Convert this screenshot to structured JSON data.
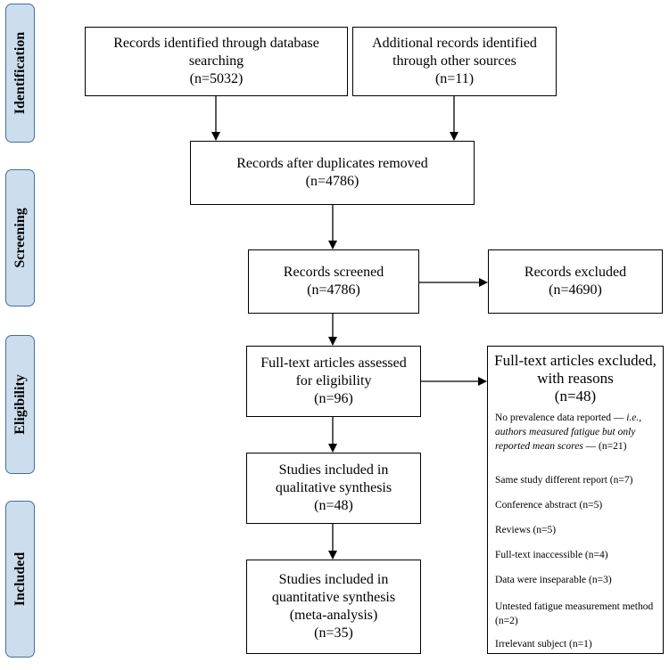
{
  "stages": {
    "identification": "Identification",
    "screening": "Screening",
    "eligibility": "Eligibility",
    "included": "Included"
  },
  "boxes": {
    "db_search": {
      "line1": "Records identified through database",
      "line2": "searching",
      "line3": "(n=5032)"
    },
    "other_sources": {
      "line1": "Additional records identified",
      "line2": "through other sources",
      "line3": "(n=11)"
    },
    "duplicates_removed": {
      "line1": "Records after duplicates removed",
      "line2": "(n=4786)"
    },
    "screened": {
      "line1": "Records screened",
      "line2": "(n=4786)"
    },
    "excluded": {
      "line1": "Records excluded",
      "line2": "(n=4690)"
    },
    "fulltext_assessed": {
      "line1": "Full-text articles assessed",
      "line2": "for eligibility",
      "line3": "(n=96)"
    },
    "qualitative": {
      "line1": "Studies included in",
      "line2": "qualitative synthesis",
      "line3": "(n=48)"
    },
    "quantitative": {
      "line1": "Studies included in",
      "line2": "quantitative synthesis",
      "line3": "(meta-analysis)",
      "line4": "(n=35)"
    }
  },
  "fulltext_excluded": {
    "title_line1": "Full-text articles excluded,",
    "title_line2": "with reasons",
    "title_line3": "(n=48)",
    "reason1_a": "No prevalence data reported — ",
    "reason1_b": "i.e., authors measured fatigue but only reported mean scores",
    "reason1_c": " — (n=21)",
    "reason2": "Same study different report (n=7)",
    "reason3": "Conference abstract (n=5)",
    "reason4": "Reviews (n=5)",
    "reason5": "Full-text inaccessible (n=4)",
    "reason6": "Data were inseparable (n=3)",
    "reason7": "Untested fatigue measurement method (n=2)",
    "reason8": "Irrelevant subject (n=1)"
  },
  "colors": {
    "stage_fill": "#ccddee",
    "stage_border": "#3f6f9f",
    "line": "#000000"
  }
}
